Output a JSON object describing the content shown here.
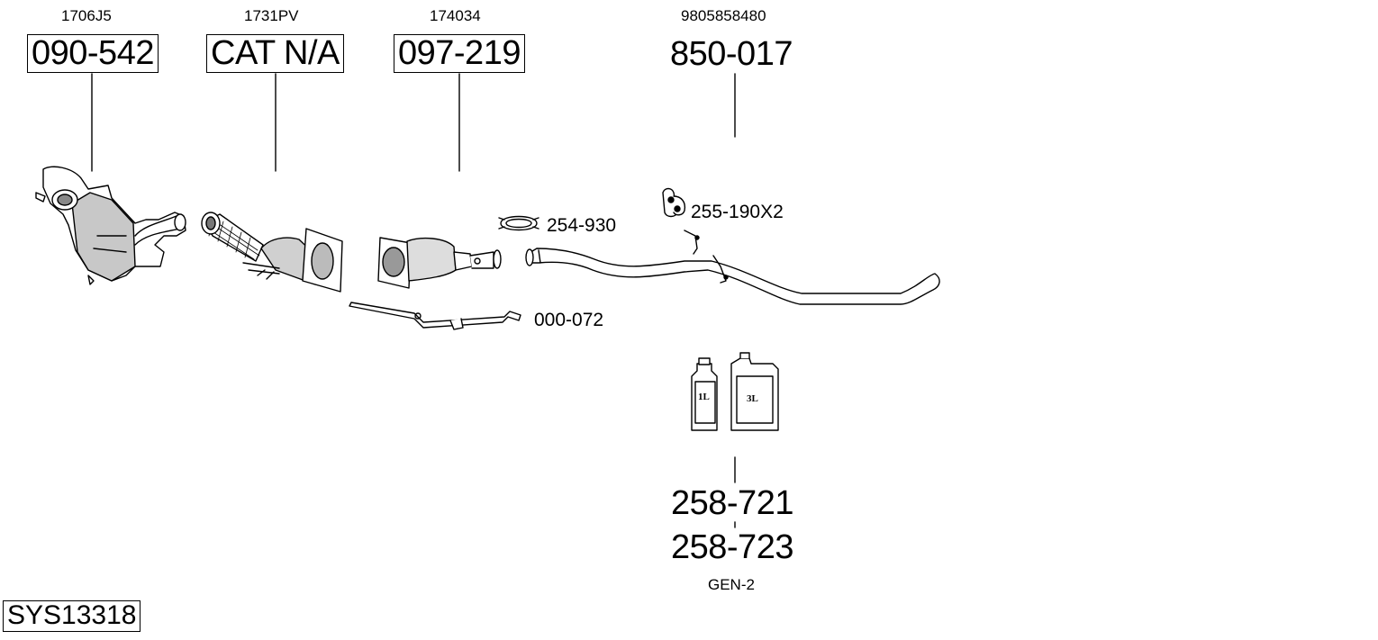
{
  "system": {
    "id": "SYS13318"
  },
  "parts": [
    {
      "ref": "090-542",
      "oem": "1706J5",
      "boxed": true
    },
    {
      "ref": "CAT N/A",
      "oem": "1731PV",
      "boxed": true
    },
    {
      "ref": "097-219",
      "oem": "174034",
      "boxed": true
    },
    {
      "ref": "850-017",
      "oem": "9805858480",
      "boxed": false
    }
  ],
  "accessories": {
    "clamp": "254-930",
    "rubber_mount": "255-190X2",
    "sensor_pipe": "000-072"
  },
  "additive": {
    "ref_1": "258-721",
    "ref_2": "258-723",
    "variant": "GEN-2",
    "bottle_small_label": "1L",
    "bottle_large_label": "3L"
  },
  "colors": {
    "line": "#000000",
    "fill": "#ffffff",
    "shade": "#b0b0b0"
  }
}
